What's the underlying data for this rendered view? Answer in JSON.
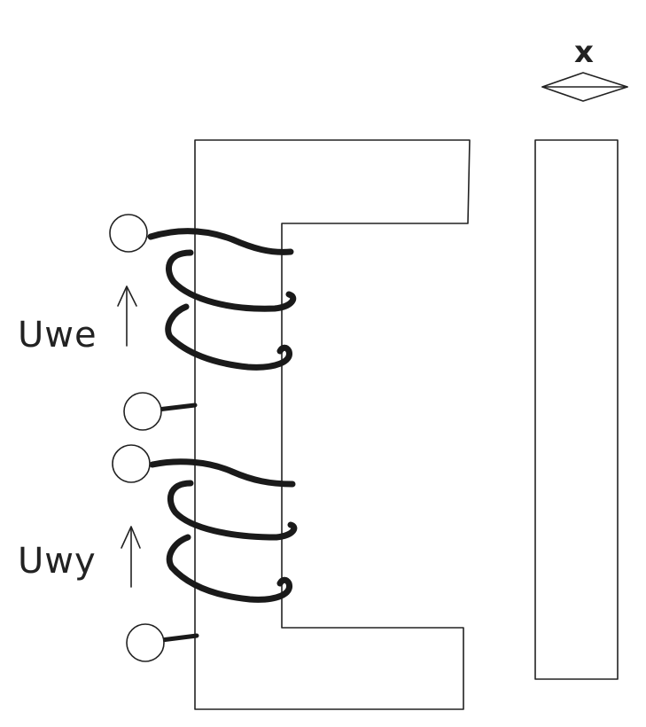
{
  "labels": {
    "input_voltage": "Uwe",
    "output_voltage": "Uwy",
    "armature_displacement": "x"
  },
  "icons": {
    "input_arrow": "arrow-up-icon",
    "output_arrow": "arrow-up-icon",
    "displacement_arrow": "double-arrow-horizontal-icon"
  },
  "colors": {
    "ink": "#222222",
    "coil": "#1a1a1a",
    "background": "#ffffff"
  }
}
